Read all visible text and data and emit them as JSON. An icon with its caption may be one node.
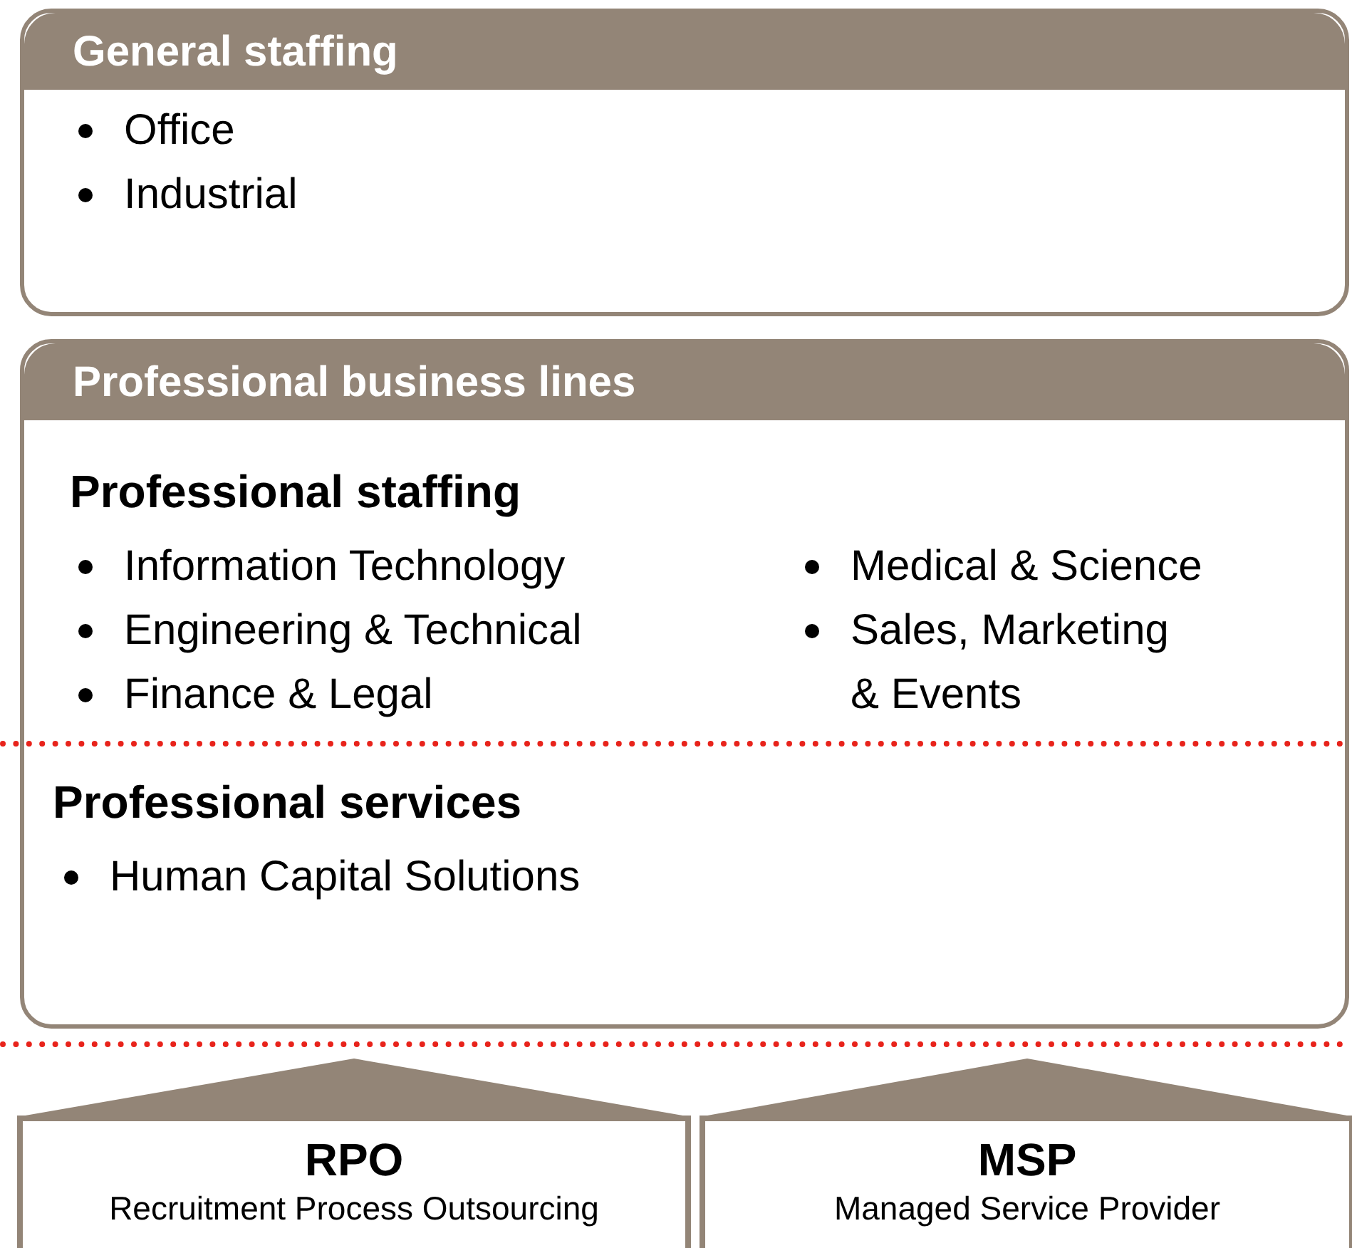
{
  "diagram": {
    "nodes": [
      {
        "text": [
          "General staffing",
          "Office",
          "Industrial"
        ]
      },
      {
        "text": [
          "Professional business lines",
          "Professional staffing",
          "Information Technology",
          "Engineering & Technical",
          "Finance & Legal",
          "Medical & Science",
          "Sales, Marketing & Events",
          "Professional services",
          "Human Capital Solutions"
        ]
      },
      {
        "text": [
          "RPO",
          "Recruitment Process Outsourcing"
        ]
      },
      {
        "text": [
          "MSP",
          "Managed Service Provider"
        ]
      }
    ]
  }
}
